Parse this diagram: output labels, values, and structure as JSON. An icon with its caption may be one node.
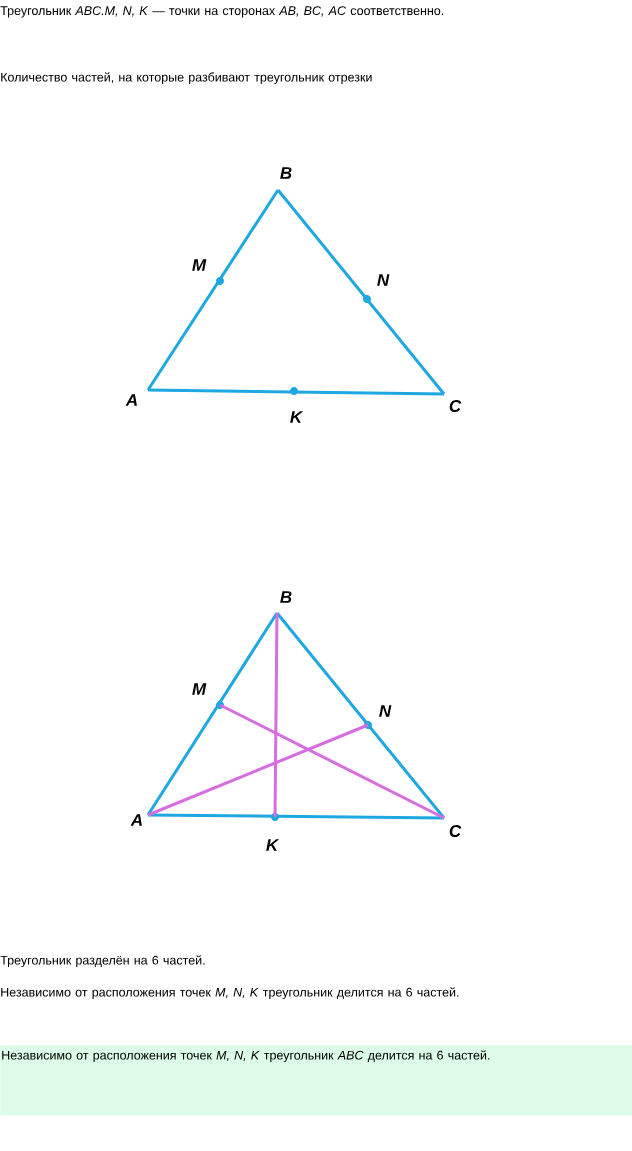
{
  "diagram": {
    "nodes": [
      {
        "text": [
          "B"
        ]
      },
      {
        "text": [
          "M"
        ]
      },
      {
        "text": [
          "N"
        ]
      },
      {
        "text": [
          "A"
        ]
      },
      {
        "text": [
          "K"
        ]
      },
      {
        "text": [
          "C"
        ]
      },
      {
        "text": [
          "B"
        ]
      },
      {
        "text": [
          "M"
        ]
      },
      {
        "text": [
          "N"
        ]
      },
      {
        "text": [
          "A"
        ]
      },
      {
        "text": [
          "K"
        ]
      },
      {
        "text": [
          "C"
        ]
      },
      {
        "text": [
          "Независимо от расположения точек *M, N, K* треугольник *ABC* делится на 6 частей."
        ]
      }
    ],
    "edges": [
      {
        "from": 3,
        "to": 0,
        "arrow": "none"
      },
      {
        "from": 0,
        "to": 5,
        "arrow": "none"
      },
      {
        "from": 3,
        "to": 5,
        "arrow": "none"
      },
      {
        "from": 9,
        "to": 6,
        "arrow": "none"
      },
      {
        "from": 6,
        "to": 11,
        "arrow": "none"
      },
      {
        "from": 9,
        "to": 11,
        "arrow": "none"
      },
      {
        "from": 6,
        "to": 10,
        "arrow": "none",
        "color": "#d66de0"
      },
      {
        "from": 7,
        "to": 11,
        "arrow": "none",
        "color": "#d66de0"
      },
      {
        "from": 9,
        "to": 8,
        "arrow": "none",
        "color": "#d66de0"
      }
    ],
    "labels": [
      "Треугольник *ABC.M, N, K* — точки на сторонах *AB, BC, AC* соответственно.",
      "Количество частей, на которые разбивают треугольник отрезки",
      "Треугольник разделён на 6 частей.",
      "Независимо от расположения точек *M, N, K* треугольник делится на 6 частей."
    ]
  }
}
